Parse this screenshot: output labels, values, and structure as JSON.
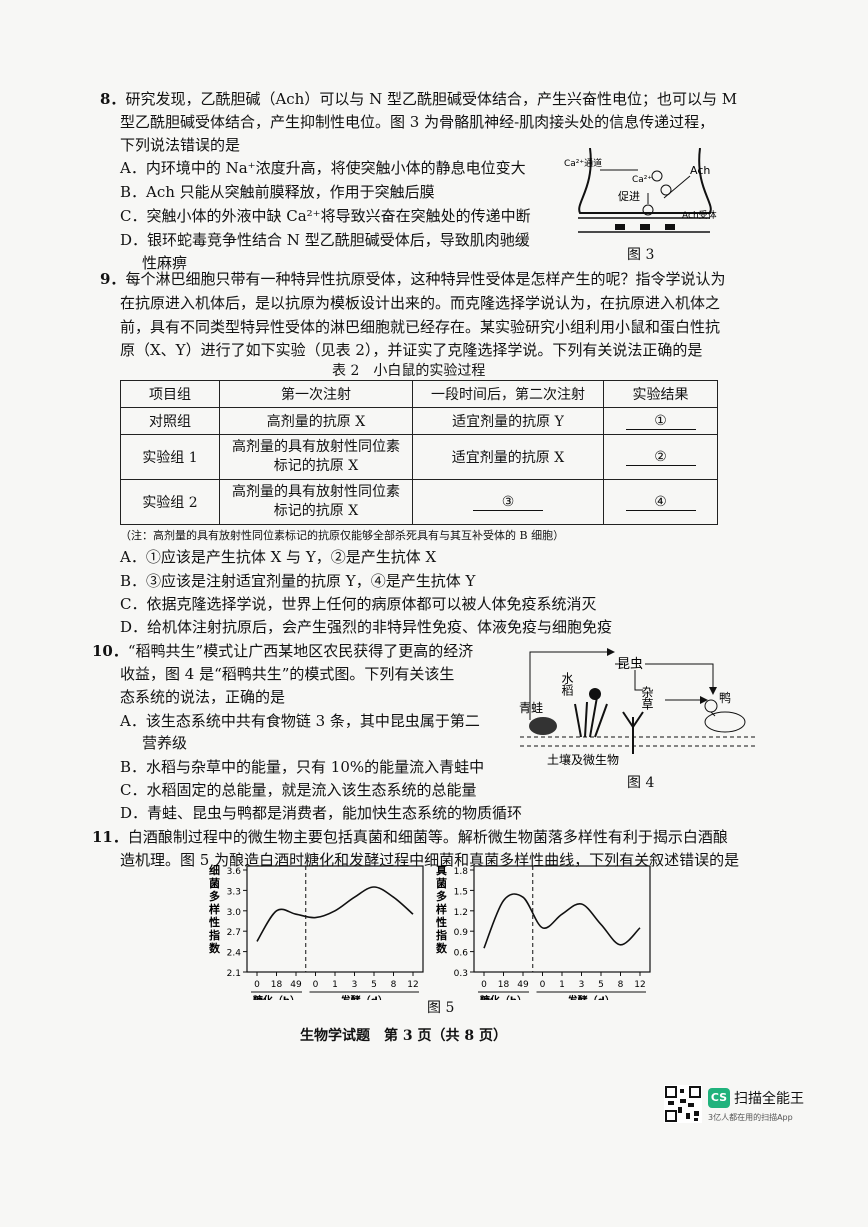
{
  "q8": {
    "num": "8．",
    "stem": [
      "研究发现，乙酰胆碱（Ach）可以与 N 型乙酰胆碱受体结合，产生兴奋性电位；也可以与 M",
      "型乙酰胆碱受体结合，产生抑制性电位。图 3 为骨骼肌神经-肌肉接头处的信息传递过程，",
      "下列说法错误的是"
    ],
    "options": [
      "A．内环境中的 Na⁺浓度升高，将使突触小体的静息电位变大",
      "B．Ach 只能从突触前膜释放，作用于突触后膜",
      "C．突触小体的外液中缺 Ca²⁺将导致兴奋在突触处的传递中断",
      "D．银环蛇毒竞争性结合 N 型乙酰胆碱受体后，导致肌肉驰缓",
      "性麻痹"
    ],
    "figure": {
      "caption": "图 3",
      "labels": {
        "channel": "Ca²⁺通道",
        "ca": "Ca²⁺",
        "promote": "促进",
        "ach": "Ach",
        "receptor": "Ach受体"
      }
    }
  },
  "q9": {
    "num": "9．",
    "stem": [
      "每个淋巴细胞只带有一种特异性抗原受体，这种特异性受体是怎样产生的呢？指令学说认为",
      "在抗原进入机体后，是以抗原为模板设计出来的。而克隆选择学说认为，在抗原进入机体之",
      "前，具有不同类型特异性受体的淋巴细胞就已经存在。某实验研究小组利用小鼠和蛋白性抗",
      "原（X、Y）进行了如下实验（见表 2），并证实了克隆选择学说。下列有关说法正确的是"
    ],
    "table_title": "表 2　小白鼠的实验过程",
    "headers": [
      "项目组",
      "第一次注射",
      "一段时间后，第二次注射",
      "实验结果"
    ],
    "rows": [
      {
        "group": "对照组",
        "first": "高剂量的抗原 X",
        "second": "适宜剂量的抗原 Y",
        "result": "①"
      },
      {
        "group": "实验组 1",
        "first": "高剂量的具有放射性同位素标记的抗原 X",
        "second": "适宜剂量的抗原 X",
        "result": "②"
      },
      {
        "group": "实验组 2",
        "first": "高剂量的具有放射性同位素标记的抗原 X",
        "second": "③",
        "result": "④"
      }
    ],
    "note": "（注：高剂量的具有放射性同位素标记的抗原仅能够全部杀死具有与其互补受体的 B 细胞）",
    "options": [
      "A．①应该是产生抗体 X 与 Y，②是产生抗体 X",
      "B．③应该是注射适宜剂量的抗原 Y，④是产生抗体 Y",
      "C．依据克隆选择学说，世界上任何的病原体都可以被人体免疫系统消灭",
      "D．给机体注射抗原后，会产生强烈的非特异性免疫、体液免疫与细胞免疫"
    ]
  },
  "q10": {
    "num": "10．",
    "stem": [
      "“稻鸭共生”模式让广西某地区农民获得了更高的经济",
      "收益，图 4 是“稻鸭共生”的模式图。下列有关该生",
      "态系统的说法，正确的是"
    ],
    "options": [
      "A．该生态系统中共有食物链 3 条，其中昆虫属于第二",
      "营养级",
      "B．水稻与杂草中的能量，只有 10%的能量流入青蛙中",
      "C．水稻固定的总能量，就是流入该生态系统的总能量",
      "D．青蛙、昆虫与鸭都是消费者，能加快生态系统的物质循环"
    ],
    "figure": {
      "caption": "图 4",
      "labels": {
        "insect": "昆虫",
        "rice": "水稻",
        "weed": "杂草",
        "frog": "青蛙",
        "duck": "鸭",
        "soil": "土壤及微生物"
      }
    }
  },
  "q11": {
    "num": "11．",
    "stem": [
      "白酒酿制过程中的微生物主要包括真菌和细菌等。解析微生物菌落多样性有利于揭示白酒酿",
      "造机理。图 5 为酿造白酒时糖化和发酵过程中细菌和真菌多样性曲线，下列有关叙述错误的是"
    ],
    "figure_caption": "图 5"
  },
  "chart_data": [
    {
      "type": "line",
      "ylabel": "细菌多样性指数",
      "yticks": [
        "3.6",
        "3.3",
        "3.0",
        "2.7",
        "2.4",
        "2.1"
      ],
      "ylim": [
        2.1,
        3.6
      ],
      "xticks": [
        "0",
        "18",
        "49",
        "0",
        "1",
        "3",
        "5",
        "8",
        "12"
      ],
      "xgroups": [
        "糖化（h）",
        "发酵（d）"
      ],
      "x": [
        0,
        1,
        2,
        3,
        4,
        5,
        6,
        7,
        8
      ],
      "values": [
        2.55,
        3.0,
        2.95,
        2.9,
        3.0,
        3.2,
        3.35,
        3.2,
        2.95
      ]
    },
    {
      "type": "line",
      "ylabel": "真菌多样性指数",
      "yticks": [
        "1.8",
        "1.5",
        "1.2",
        "0.9",
        "0.6",
        "0.3"
      ],
      "ylim": [
        0.3,
        1.8
      ],
      "xticks": [
        "0",
        "18",
        "49",
        "0",
        "1",
        "3",
        "5",
        "8",
        "12"
      ],
      "xgroups": [
        "糖化（h）",
        "发酵（d）"
      ],
      "x": [
        0,
        1,
        2,
        3,
        4,
        5,
        6,
        7,
        8
      ],
      "values": [
        0.65,
        1.35,
        1.4,
        0.95,
        1.15,
        1.3,
        1.0,
        0.7,
        0.95
      ]
    }
  ],
  "footer": "生物学试题　第 3 页（共 8 页）",
  "badge": {
    "logo": "CS",
    "name": "扫描全能王",
    "tagline": "3亿人都在用的扫描App"
  }
}
